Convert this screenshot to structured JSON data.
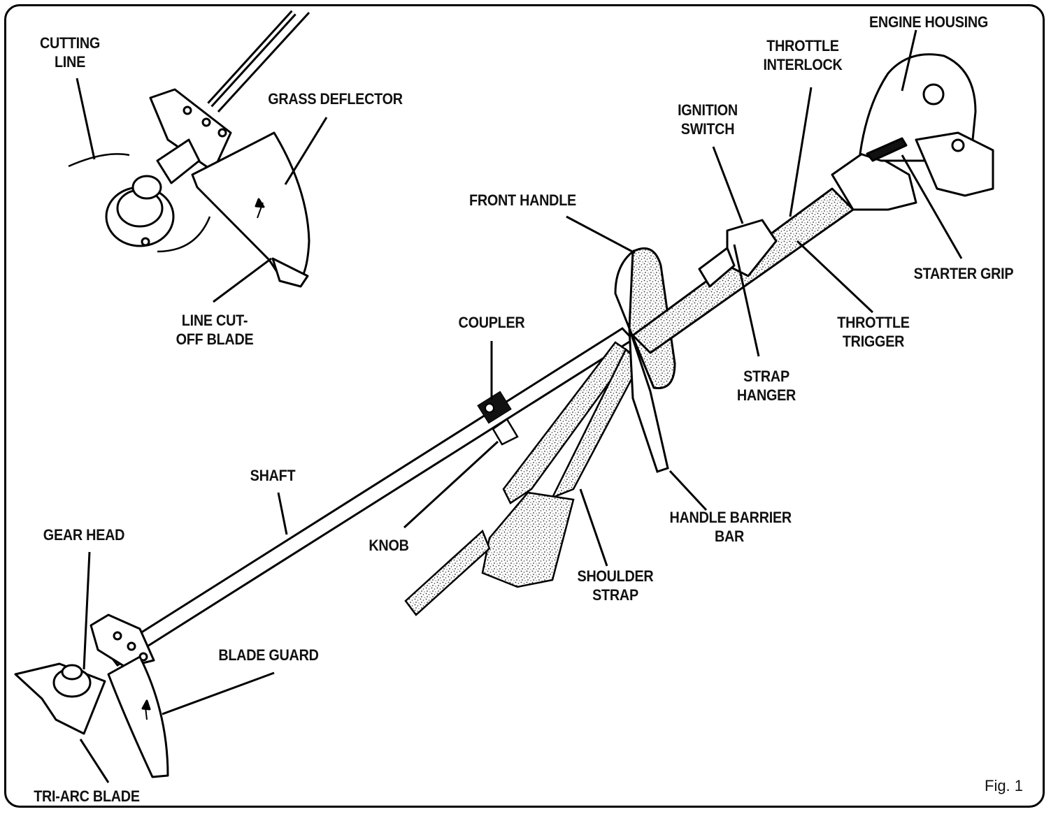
{
  "figure": {
    "caption": "Fig. 1",
    "labels": {
      "cutting_line": [
        "CUTTING",
        "LINE"
      ],
      "grass_deflector": [
        "GRASS DEFLECTOR"
      ],
      "line_cutoff_blade": [
        "LINE CUT-",
        "OFF BLADE"
      ],
      "engine_housing": [
        "ENGINE HOUSING"
      ],
      "throttle_interlock": [
        "THROTTLE",
        "INTERLOCK"
      ],
      "ignition_switch": [
        "IGNITION",
        "SWITCH"
      ],
      "front_handle": [
        "FRONT HANDLE"
      ],
      "starter_grip": [
        "STARTER GRIP"
      ],
      "throttle_trigger": [
        "THROTTLE",
        "TRIGGER"
      ],
      "coupler": [
        "COUPLER"
      ],
      "strap_hanger": [
        "STRAP",
        "HANGER"
      ],
      "shaft": [
        "SHAFT"
      ],
      "handle_barrier_bar": [
        "HANDLE BARRIER",
        "BAR"
      ],
      "gear_head": [
        "GEAR HEAD"
      ],
      "knob": [
        "KNOB"
      ],
      "shoulder_strap": [
        "SHOULDER",
        "STRAP"
      ],
      "blade_guard": [
        "BLADE GUARD"
      ],
      "tri_arc_blade": [
        "TRI-ARC BLADE"
      ]
    }
  }
}
